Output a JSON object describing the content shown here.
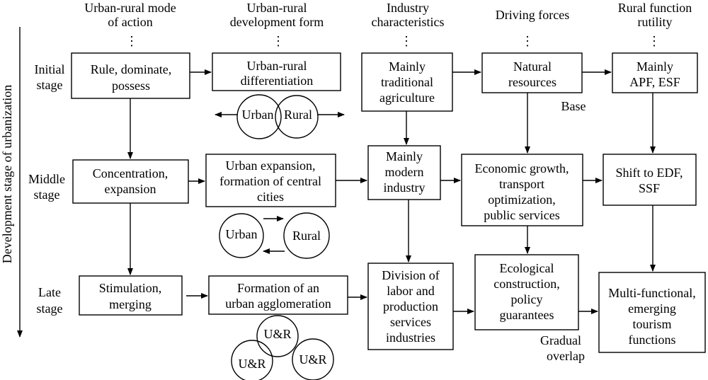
{
  "axis_label": "Development stage of urbanization",
  "headers": [
    [
      "Urban-rural mode",
      "of action"
    ],
    [
      "Urban-rural",
      "development form"
    ],
    [
      "Industry",
      "characteristics"
    ],
    [
      "Driving forces"
    ],
    [
      "Rural function",
      "rutility"
    ]
  ],
  "ellipsis": "⋮",
  "stages": [
    [
      "Initial",
      "stage"
    ],
    [
      "Middle",
      "stage"
    ],
    [
      "Late",
      "stage"
    ]
  ],
  "boxes": {
    "mode_initial": [
      "Rule, dominate,",
      "possess"
    ],
    "form_initial": [
      "Urban-rural",
      "differentiation"
    ],
    "industry_initial": [
      "Mainly",
      "traditional",
      "agriculture"
    ],
    "driving_initial": [
      "Natural",
      "resources"
    ],
    "function_initial": [
      "Mainly",
      "APF, ESF"
    ],
    "mode_middle": [
      "Concentration,",
      "expansion"
    ],
    "form_middle": [
      "Urban expansion,",
      "formation of central",
      "cities"
    ],
    "industry_middle": [
      "Mainly",
      "modern",
      "industry"
    ],
    "driving_middle": [
      "Economic growth,",
      "transport",
      "optimization,",
      "public services"
    ],
    "function_middle": [
      "Shift to EDF,",
      "SSF"
    ],
    "mode_late": [
      "Stimulation,",
      "merging"
    ],
    "form_late": [
      "Formation of an",
      "urban agglomeration"
    ],
    "industry_late": [
      "Division of",
      "labor and",
      "production",
      "services",
      "industries"
    ],
    "driving_late": [
      "Ecological",
      "construction,",
      "policy",
      "guarantees"
    ],
    "function_late": [
      "Multi-functional,",
      "emerging",
      "tourism",
      "functions"
    ]
  },
  "circles": {
    "initial": [
      "Urban",
      "Rural"
    ],
    "middle": [
      "Urban",
      "Rural"
    ],
    "late": [
      "U&R",
      "U&R",
      "U&R"
    ]
  },
  "notes": {
    "base": "Base",
    "gradual": [
      "Gradual",
      "overlap"
    ]
  }
}
